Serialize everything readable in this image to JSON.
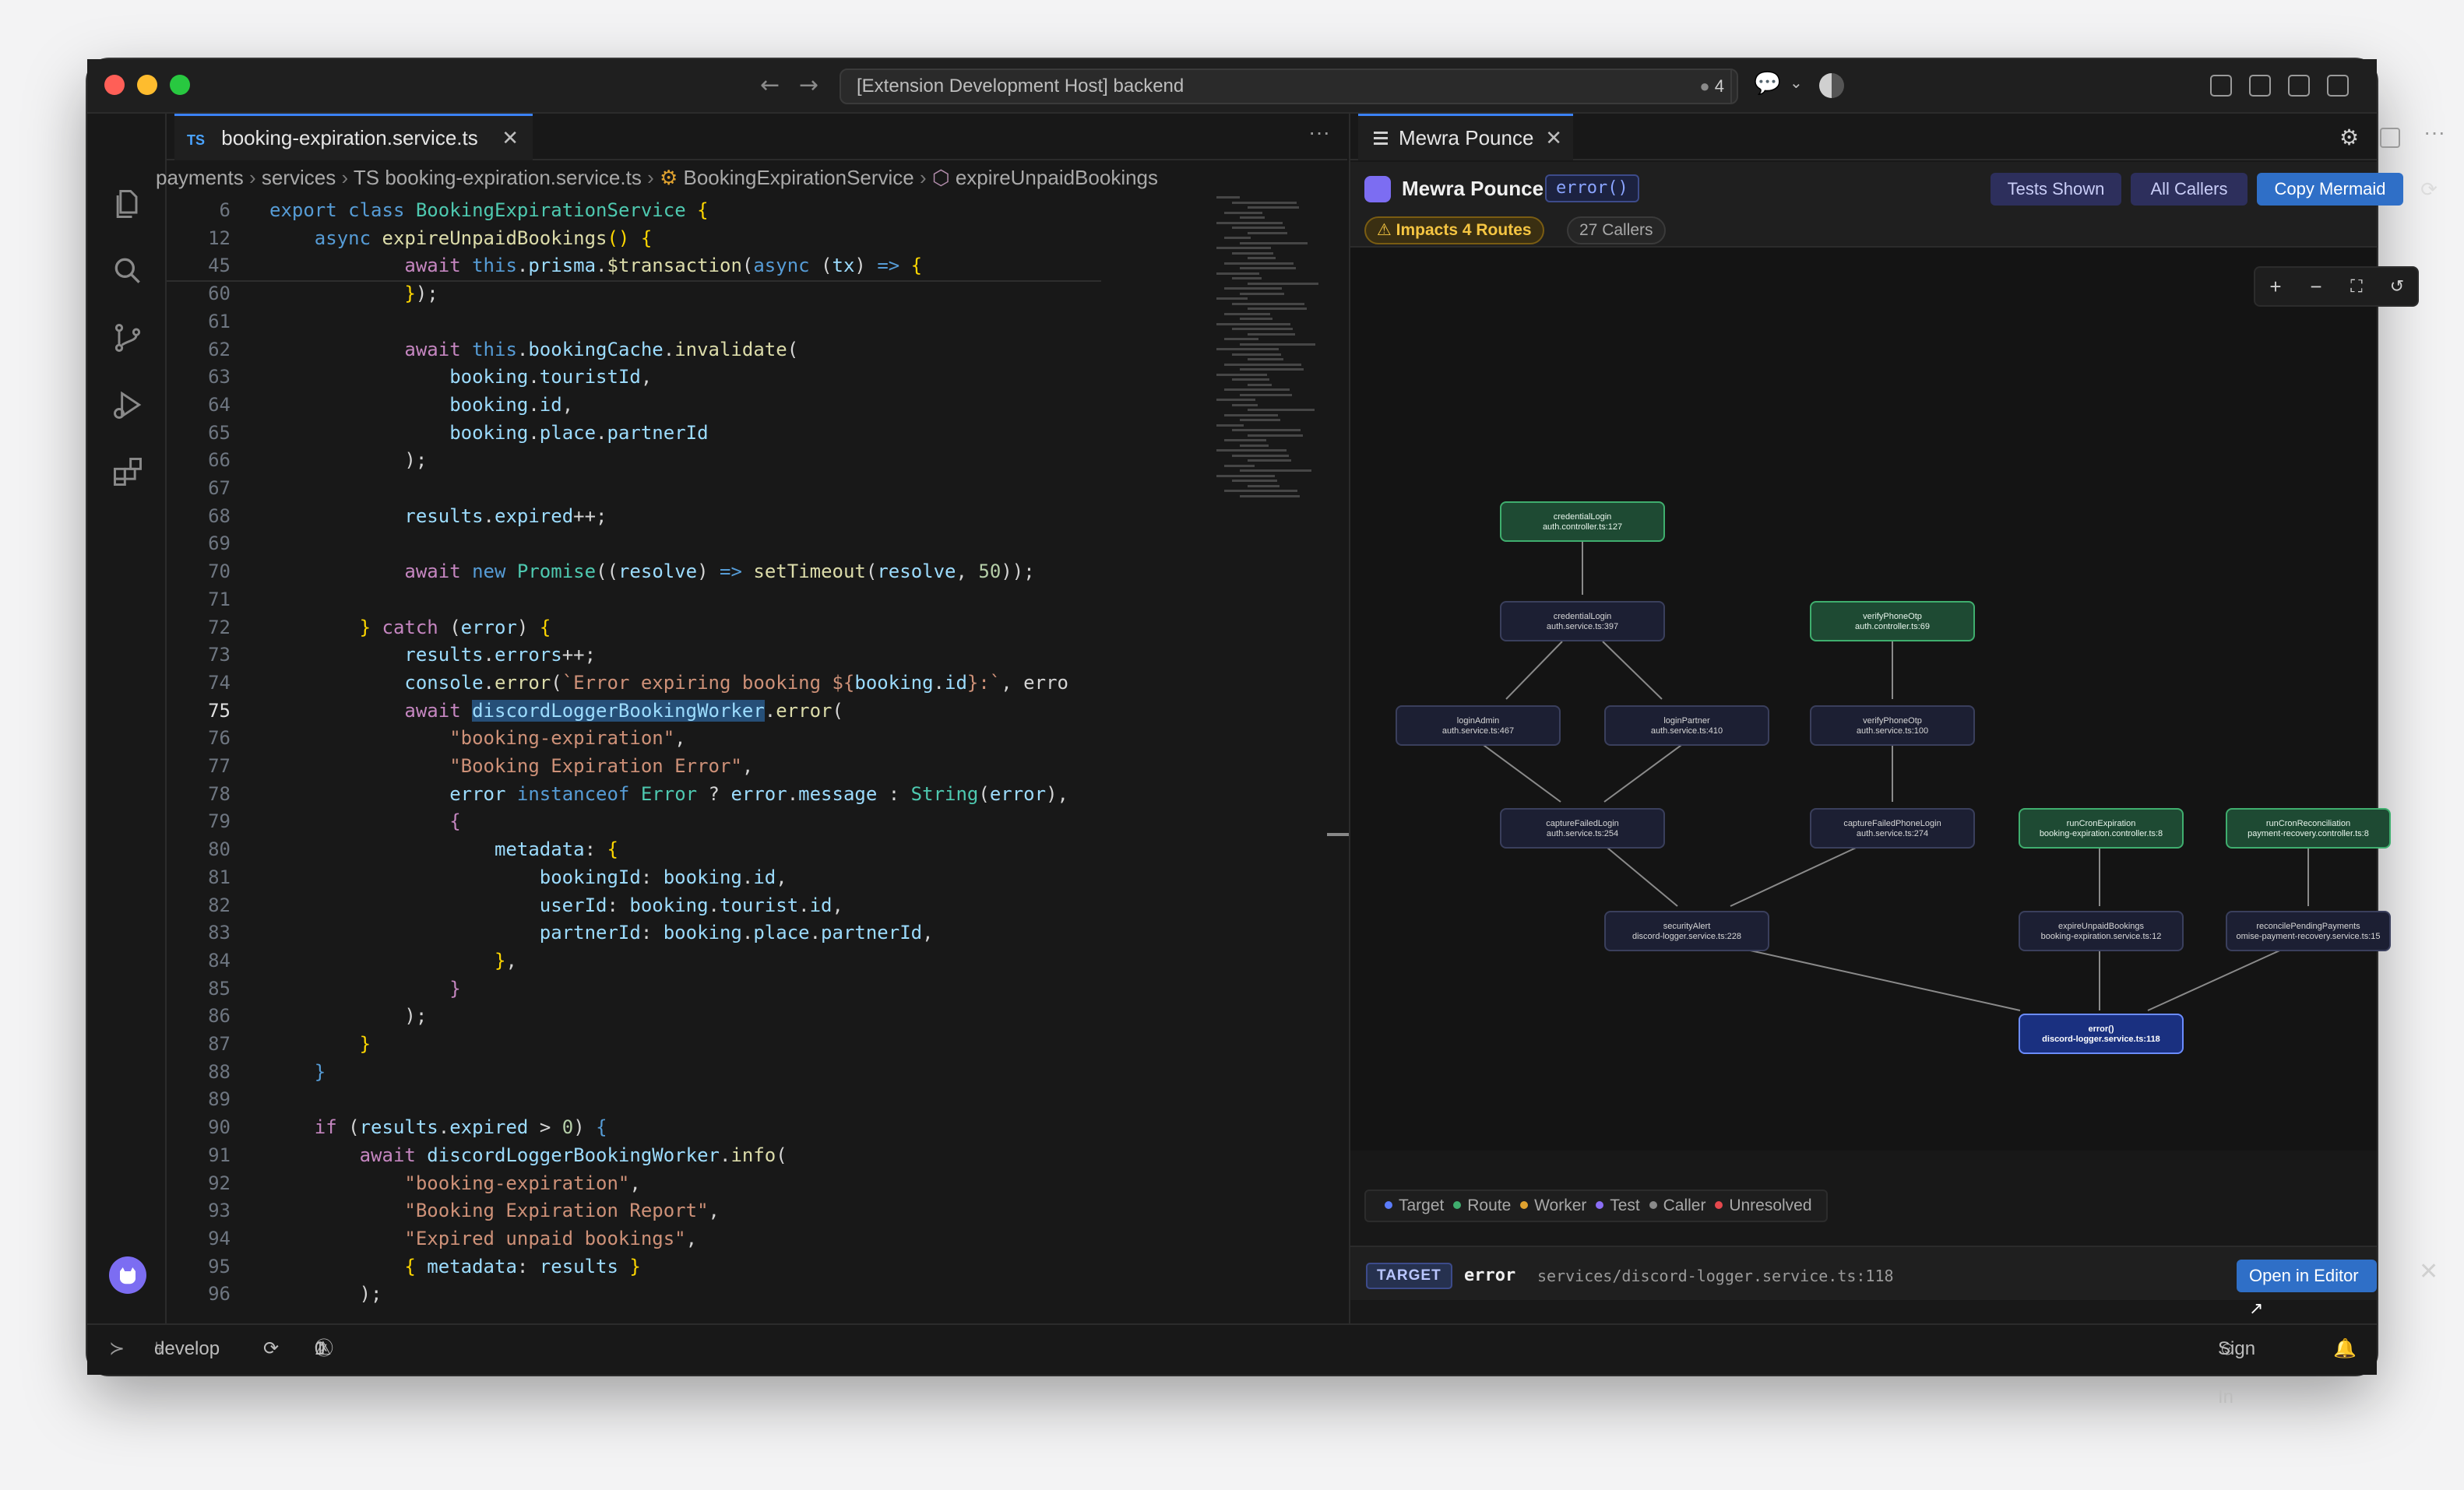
{
  "titlebar": {
    "command_center": "[Extension Development Host] backend",
    "notifications_count": "4"
  },
  "editor": {
    "tab_label": "booking-expiration.service.ts",
    "tab_lang": "TS",
    "breadcrumb": [
      "payments",
      "services",
      "TS booking-expiration.service.ts",
      "BookingExpirationService",
      "expireUnpaidBookings"
    ]
  },
  "panel": {
    "tab_label": "Mewra Pounce",
    "title": "Mewra Pounce",
    "function": "error()",
    "buttons": {
      "tests": "Tests Shown",
      "callers": "All Callers",
      "copy": "Copy Mermaid"
    },
    "impact_chip": "Impacts 4 Routes",
    "callers_chip": "27 Callers",
    "zoom": {
      "plus": "+",
      "minus": "−",
      "fit": "⛶",
      "reset": "↺"
    },
    "legend": [
      {
        "label": "Target",
        "color": "#5b7cfa"
      },
      {
        "label": "Route",
        "color": "#3fae6e"
      },
      {
        "label": "Worker",
        "color": "#e0a22f"
      },
      {
        "label": "Test",
        "color": "#8b6ef5"
      },
      {
        "label": "Caller",
        "color": "#8a8a8a"
      },
      {
        "label": "Unresolved",
        "color": "#e5484d"
      }
    ],
    "footer": {
      "label": "TARGET",
      "fn": "error",
      "path": "services/discord-logger.service.ts:118",
      "open_button": "Open in Editor ↗"
    },
    "nodes": {
      "n1": [
        "credentialLogin",
        "auth.controller.ts:127"
      ],
      "n2": [
        "credentialLogin",
        "auth.service.ts:397"
      ],
      "n3": [
        "verifyPhoneOtp",
        "auth.controller.ts:69"
      ],
      "n4": [
        "loginAdmin",
        "auth.service.ts:467"
      ],
      "n5": [
        "loginPartner",
        "auth.service.ts:410"
      ],
      "n6": [
        "verifyPhoneOtp",
        "auth.service.ts:100"
      ],
      "n7": [
        "captureFailedLogin",
        "auth.service.ts:254"
      ],
      "n8": [
        "captureFailedPhoneLogin",
        "auth.service.ts:274"
      ],
      "n9": [
        "runCronExpiration",
        "booking-expiration.controller.ts:8"
      ],
      "n10": [
        "runCronReconciliation",
        "payment-recovery.controller.ts:8"
      ],
      "n11": [
        "securityAlert",
        "discord-logger.service.ts:228"
      ],
      "n12": [
        "expireUnpaidBookings",
        "booking-expiration.service.ts:12"
      ],
      "n13": [
        "reconcilePendingPayments",
        "omise-payment-recovery.service.ts:15"
      ],
      "n14": [
        "error()",
        "discord-logger.service.ts:118"
      ]
    }
  },
  "status": {
    "branch": "develop",
    "errors": "1",
    "warnings": "0",
    "sign_in": "Sign In"
  },
  "code": [
    {
      "n": "6",
      "html": "<span class=\"kw\">export</span> <span class=\"kw\">class</span> <span class=\"c\">BookingExpirationService</span> <span class=\"p\">{</span>"
    },
    {
      "n": "12",
      "html": "    <span class=\"kw\">async</span> <span class=\"f\">expireUnpaidBookings</span><span class=\"p\">()</span> <span class=\"p\">{</span>"
    },
    {
      "n": "45",
      "html": "            <span class=\"k\">await</span> <span class=\"kw\">this</span>.<span class=\"v\">prisma</span>.<span class=\"f\">$transaction</span>(<span class=\"kw\">async</span> (<span class=\"v\">tx</span>) <span class=\"kw\">=&gt;</span> <span class=\"p\">{</span>"
    },
    {
      "n": "60",
      "html": "            <span class=\"p\">}</span>);"
    },
    {
      "n": "61",
      "html": ""
    },
    {
      "n": "62",
      "html": "            <span class=\"k\">await</span> <span class=\"kw\">this</span>.<span class=\"v\">bookingCache</span>.<span class=\"f\">invalidate</span>("
    },
    {
      "n": "63",
      "html": "                <span class=\"v\">booking</span>.<span class=\"v\">touristId</span>,"
    },
    {
      "n": "64",
      "html": "                <span class=\"v\">booking</span>.<span class=\"v\">id</span>,"
    },
    {
      "n": "65",
      "html": "                <span class=\"v\">booking</span>.<span class=\"v\">place</span>.<span class=\"v\">partnerId</span>"
    },
    {
      "n": "66",
      "html": "            );"
    },
    {
      "n": "67",
      "html": ""
    },
    {
      "n": "68",
      "html": "            <span class=\"v\">results</span>.<span class=\"v\">expired</span>++;"
    },
    {
      "n": "69",
      "html": ""
    },
    {
      "n": "70",
      "html": "            <span class=\"k\">await</span> <span class=\"kw\">new</span> <span class=\"c\">Promise</span>((<span class=\"v\">resolve</span>) <span class=\"kw\">=&gt;</span> <span class=\"f\">setTimeout</span>(<span class=\"v\">resolve</span>, <span class=\"n\">50</span>));"
    },
    {
      "n": "71",
      "html": ""
    },
    {
      "n": "72",
      "html": "        <span class=\"p\">}</span> <span class=\"k\">catch</span> (<span class=\"v\">error</span>) <span class=\"p\">{</span>"
    },
    {
      "n": "73",
      "html": "            <span class=\"v\">results</span>.<span class=\"v\">errors</span>++;"
    },
    {
      "n": "74",
      "html": "            <span class=\"v\">console</span>.<span class=\"f\">error</span>(<span class=\"s\">`Error expiring booking ${</span><span class=\"v\">booking</span>.<span class=\"v\">id</span><span class=\"s\">}:`</span>, erro"
    },
    {
      "n": "75",
      "html": "            <span class=\"k\">await</span> <span class=\"v\" style=\"background:#264f78\">discordLoggerBookingWorker</span>.<span class=\"f\">error</span>("
    },
    {
      "n": "76",
      "html": "                <span class=\"s\">\"booking-expiration\"</span>,"
    },
    {
      "n": "77",
      "html": "                <span class=\"s\">\"Booking Expiration Error\"</span>,"
    },
    {
      "n": "78",
      "html": "                <span class=\"v\">error</span> <span class=\"kw\">instanceof</span> <span class=\"c\">Error</span> ? <span class=\"v\">error</span>.<span class=\"v\">message</span> : <span class=\"c\">String</span>(<span class=\"v\">error</span>),"
    },
    {
      "n": "79",
      "html": "                <span class=\"k\">{</span>"
    },
    {
      "n": "80",
      "html": "                    <span class=\"v\">metadata</span>: <span class=\"p\">{</span>"
    },
    {
      "n": "81",
      "html": "                        <span class=\"v\">bookingId</span>: <span class=\"v\">booking</span>.<span class=\"v\">id</span>,"
    },
    {
      "n": "82",
      "html": "                        <span class=\"v\">userId</span>: <span class=\"v\">booking</span>.<span class=\"v\">tourist</span>.<span class=\"v\">id</span>,"
    },
    {
      "n": "83",
      "html": "                        <span class=\"v\">partnerId</span>: <span class=\"v\">booking</span>.<span class=\"v\">place</span>.<span class=\"v\">partnerId</span>,"
    },
    {
      "n": "84",
      "html": "                    <span class=\"p\">}</span>,"
    },
    {
      "n": "85",
      "html": "                <span class=\"k\">}</span>"
    },
    {
      "n": "86",
      "html": "            );"
    },
    {
      "n": "87",
      "html": "        <span class=\"p\">}</span>"
    },
    {
      "n": "88",
      "html": "    <span class=\"kw\">}</span>"
    },
    {
      "n": "89",
      "html": ""
    },
    {
      "n": "90",
      "html": "    <span class=\"k\">if</span> (<span class=\"v\">results</span>.<span class=\"v\">expired</span> &gt; <span class=\"n\">0</span>) <span class=\"kw\">{</span>"
    },
    {
      "n": "91",
      "html": "        <span class=\"k\">await</span> <span class=\"v\">discordLoggerBookingWorker</span>.<span class=\"f\">info</span>("
    },
    {
      "n": "92",
      "html": "            <span class=\"s\">\"booking-expiration\"</span>,"
    },
    {
      "n": "93",
      "html": "            <span class=\"s\">\"Booking Expiration Report\"</span>,"
    },
    {
      "n": "94",
      "html": "            <span class=\"s\">\"Expired unpaid bookings\"</span>,"
    },
    {
      "n": "95",
      "html": "            <span class=\"p\">{</span> <span class=\"v\">metadata</span>: <span class=\"v\">results</span> <span class=\"p\">}</span>"
    },
    {
      "n": "96",
      "html": "        );"
    }
  ]
}
